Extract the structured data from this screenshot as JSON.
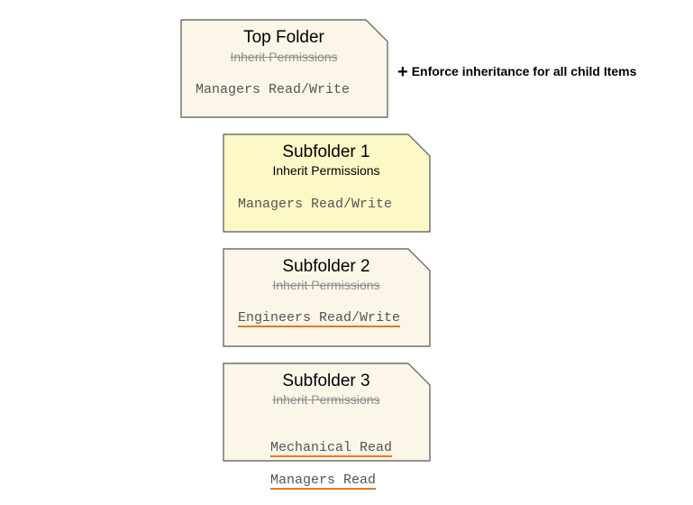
{
  "top_folder": {
    "title": "Top Folder",
    "inherit": "Inherit Permissions",
    "permission": "Managers Read/Write"
  },
  "note": {
    "symbol": "+",
    "text": "Enforce inheritance for all child Items"
  },
  "subfolder1": {
    "title": "Subfolder 1",
    "inherit": "Inherit Permissions",
    "permission": "Managers Read/Write"
  },
  "subfolder2": {
    "title": "Subfolder 2",
    "inherit": "Inherit Permissions",
    "permission": "Engineers Read/Write"
  },
  "subfolder3": {
    "title": "Subfolder 3",
    "inherit": "Inherit Permissions",
    "permissions": [
      "Mechanical Read",
      "Managers Read"
    ]
  },
  "colors": {
    "folder_fill": "#fcf6e9",
    "folder_fill_active": "#fcf9c6",
    "border": "#555555",
    "underline": "#e87722",
    "strikethrough_text": "#8c8c8c"
  }
}
